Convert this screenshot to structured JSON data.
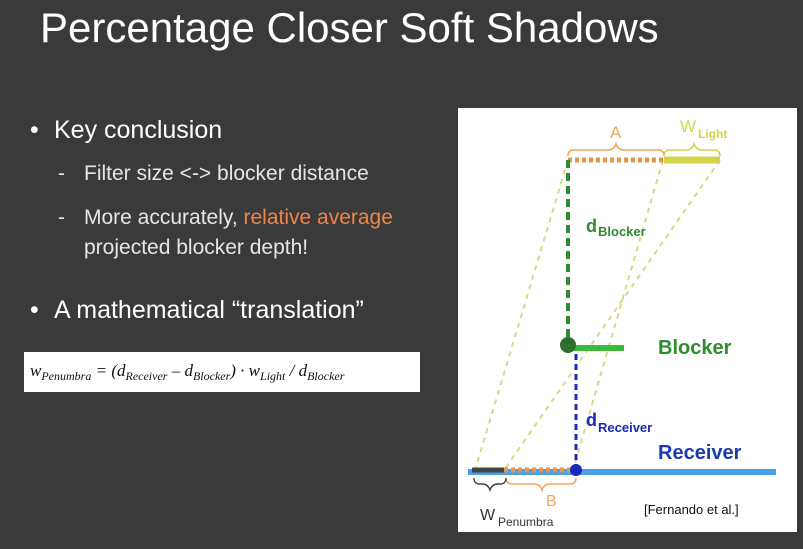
{
  "slide": {
    "title": "Percentage Closer Soft Shadows",
    "bullet1": "Key conclusion",
    "sub1": "Filter size <-> blocker distance",
    "sub2_prefix": "More accurately, ",
    "sub2_highlight": "relative average",
    "sub2_line2": "projected blocker depth!",
    "bullet2": "A mathematical “translation”",
    "bullet_glyph": "•",
    "dash_glyph": "-"
  },
  "formula": {
    "w": "w",
    "penumbra_sub": "Penumbra",
    "eq_open": " = (d",
    "receiver_sub": "Receiver",
    "minus_d": " – d",
    "blocker_sub": "Blocker",
    "close_dot_w": ") · w",
    "light_sub": "Light",
    "slash_d": " / d",
    "blocker_sub2": "Blocker"
  },
  "figure": {
    "label_a": "A",
    "label_w": "W",
    "label_light": "Light",
    "label_d1": "d",
    "label_blocker_sub": "Blocker",
    "label_blocker": "Blocker",
    "label_d2": "d",
    "label_receiver_sub": "Receiver",
    "label_receiver": "Receiver",
    "label_b": "B",
    "label_wp": "W",
    "label_penumbra": "Penumbra",
    "citation": "[Fernando et al.]",
    "colors": {
      "orange": "#f0a85a",
      "dotted_orange": "#e8954a",
      "light_bar": "#d4d44a",
      "green": "#2e8b2e",
      "blocker_bar": "#3cb83c",
      "dark_blue": "#1a2ab8",
      "receiver_bar": "#4aa0e8",
      "receiver_text": "#1a3ab0",
      "dashed_yellow": "#d8d888"
    }
  }
}
